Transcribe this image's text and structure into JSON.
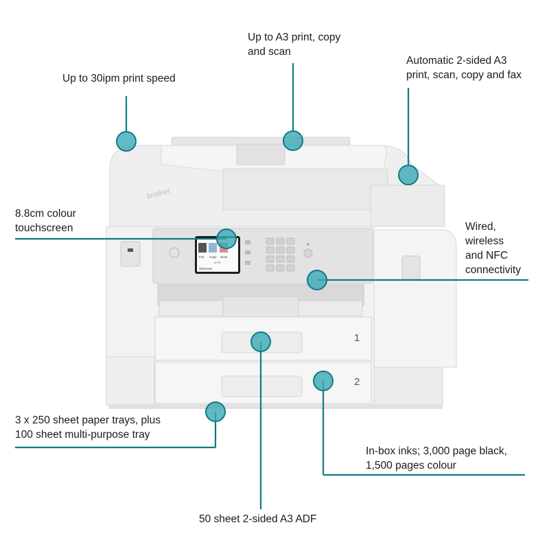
{
  "callouts": {
    "print_speed": "Up to 30ipm print speed",
    "a3_print": {
      "line1": "Up to A3 print, copy",
      "line2": "and scan"
    },
    "duplex": {
      "line1": "Automatic 2-sided A3",
      "line2": "print, scan, copy and fax"
    },
    "touchscreen": {
      "line1": "8.8cm colour",
      "line2": "touchscreen"
    },
    "connectivity": {
      "line1": "Wired,",
      "line2": "wireless",
      "line3": "and NFC",
      "line4": "connectivity"
    },
    "trays": {
      "line1": "3 x 250 sheet paper trays, plus",
      "line2": "100 sheet multi-purpose tray"
    },
    "inks": {
      "line1": "In-box inks; 3,000 page black,",
      "line2": "1,500 pages colour"
    },
    "adf": "50 sheet 2-sided A3 ADF"
  },
  "printer": {
    "brand": "brother",
    "tray_labels": [
      "1",
      "2"
    ],
    "screen_items": [
      "Fax",
      "Copy",
      "Scan",
      "1 / 4",
      "Shortcuts"
    ]
  },
  "colors": {
    "accent": "#0e7a86",
    "marker_fill": "#3aa9b5",
    "printer_body": "#ededed"
  },
  "icons": [
    "nfc-icon",
    "ink-drop-icon",
    "keypad-icon"
  ]
}
